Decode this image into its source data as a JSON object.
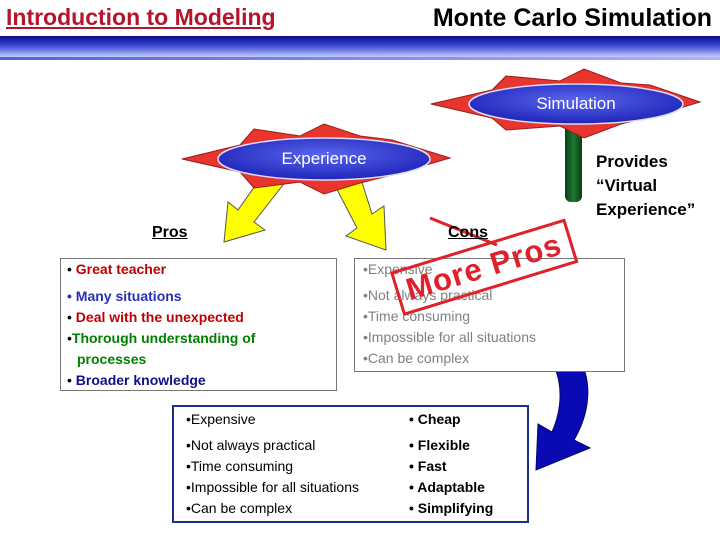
{
  "header": {
    "left_title": "Introduction to Modeling",
    "right_title": "Monte Carlo Simulation"
  },
  "simulation": {
    "label": "Simulation",
    "provides_lines": [
      "Provides",
      "“Virtual",
      "Experience”"
    ]
  },
  "experience": {
    "label": "Experience"
  },
  "pros": {
    "heading": "Pros",
    "items": [
      {
        "bullet": "• ",
        "text": "Great teacher"
      },
      {
        "bullet": "• ",
        "text": "Many situations"
      },
      {
        "bullet": "• ",
        "text": "Deal with the unexpected"
      },
      {
        "bullet": "•",
        "text": "Thorough understanding of"
      },
      {
        "bullet": "",
        "text": "processes"
      },
      {
        "bullet": "• ",
        "text": "Broader knowledge"
      }
    ]
  },
  "cons": {
    "heading": "Cons",
    "items": [
      "•Expensive",
      "•Not always practical",
      "•Time consuming",
      "•Impossible for all situations",
      "•Can be complex"
    ]
  },
  "stamp": {
    "text": "More Pros"
  },
  "comparison": {
    "left": [
      "•Expensive",
      "•Not always practical",
      "•Time consuming",
      "•Impossible for all situations",
      "•Can be complex"
    ],
    "right": [
      "• Cheap",
      "• Flexible",
      "• Fast",
      "• Adaptable",
      "• Simplifying"
    ]
  },
  "colors": {
    "title_red": "#b5142b",
    "ellipse_blue": "#2a2fc8",
    "star_red": "#e8352d",
    "arrow_yellow": "#ffff00",
    "post_green": "#0c5a1c",
    "stamp_red": "#e0202a",
    "curve_arrow_blue": "#0a0ab4"
  }
}
